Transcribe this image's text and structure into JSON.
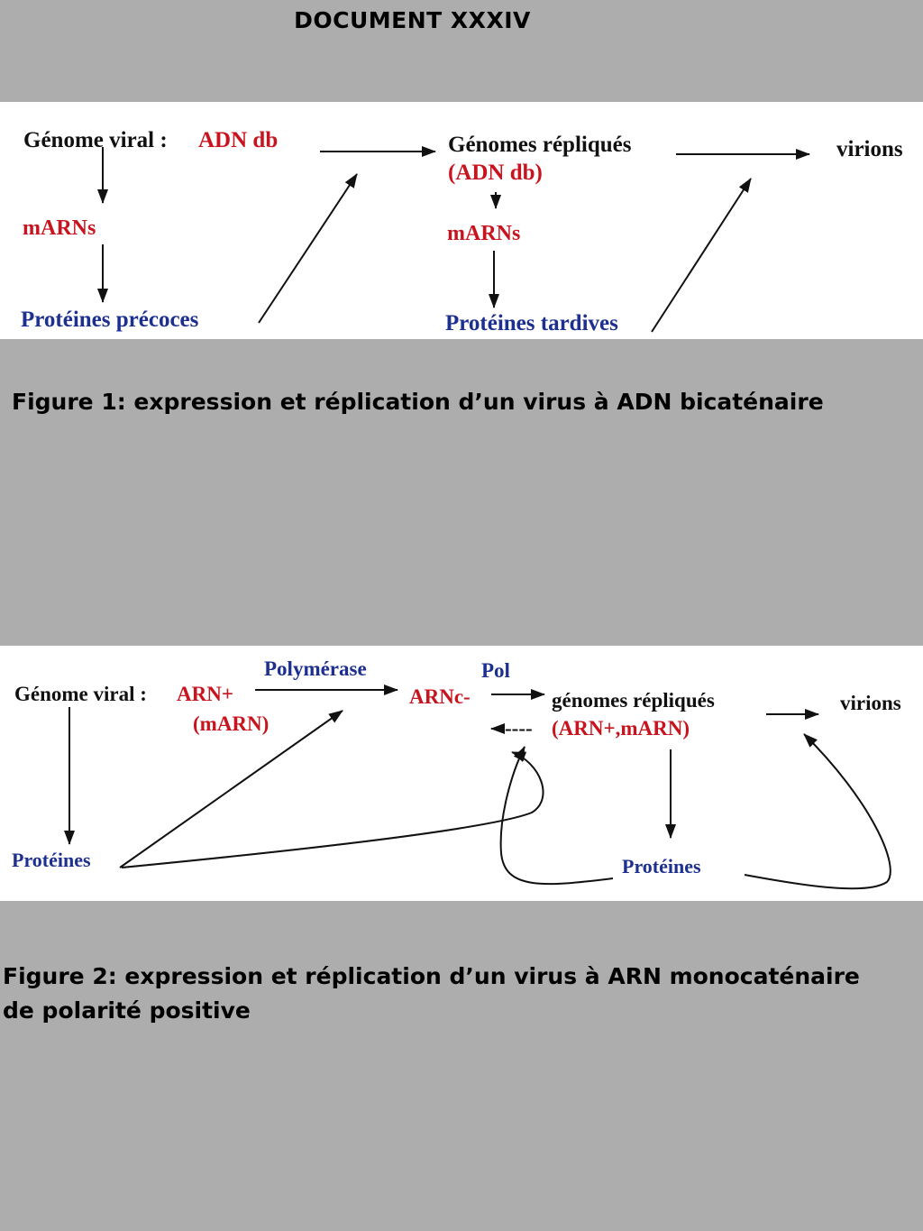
{
  "document_title": "DOCUMENT XXXIV",
  "figure1": {
    "genome_label": "Génome viral :",
    "genome_value": "ADN db",
    "mrna_early": "mARNs",
    "early_proteins": "Protéines précoces",
    "replicated_genomes": "Génomes répliqués",
    "replicated_value": "(ADN db)",
    "mrna_late": "mARNs",
    "late_proteins": "Protéines tardives",
    "virions": "virions",
    "caption": "Figure 1: expression et réplication d’un virus à ADN bicaténaire"
  },
  "figure2": {
    "genome_label": "Génome viral :",
    "genome_value": "ARN+",
    "genome_value_2": "(mARN)",
    "polymerase": "Polymérase",
    "arnc": "ARNc-",
    "pol": "Pol",
    "replicated_genomes": "génomes répliqués",
    "replicated_value": "(ARN+,mARN)",
    "dashes": "----",
    "virions": "virions",
    "proteins_left": "Protéines",
    "proteins_right": "Protéines",
    "caption_line1": "Figure 2: expression et réplication d’un virus à ARN monocaténaire",
    "caption_line2": "de polarité positive"
  },
  "colors": {
    "background": "#adadad",
    "panel": "#ffffff",
    "red_text": "#c8141e",
    "blue_text": "#1d2f8f",
    "black_text": "#111111"
  }
}
